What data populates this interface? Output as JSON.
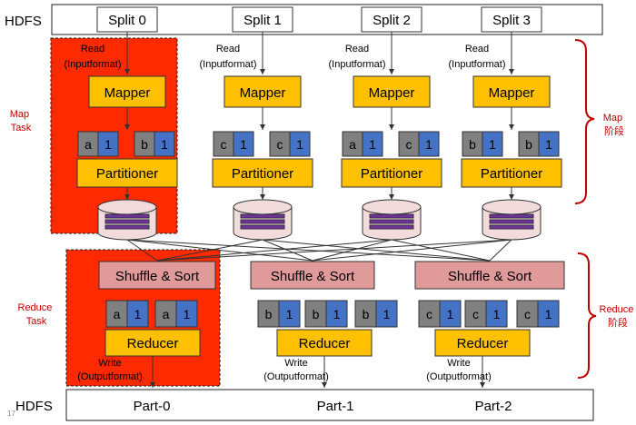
{
  "colors": {
    "task_fill": "#FF2A00",
    "mapper_fill": "#FFC000",
    "shuffle_fill": "#E09A9A",
    "key_fill": "#808080",
    "value_fill": "#4472C4",
    "stack_fill": "#7030A0",
    "disk_fill": "#F2DCDB",
    "brace_color": "#C00000",
    "label_red": "#C00000"
  },
  "labels": {
    "hdfs_top": "HDFS",
    "hdfs_bottom": "HDFS",
    "map_task": "Map\nTask",
    "reduce_task": "Reduce\nTask",
    "map_stage": "Map\n阶段",
    "reduce_stage": "Reduce\n阶段",
    "page_number": "17"
  },
  "splits": [
    "Split 0",
    "Split 1",
    "Split 2",
    "Split 3"
  ],
  "read_label": "Read\n(Inputformat)",
  "mapper_label": "Mapper",
  "partitioner_label": "Partitioner",
  "map_pairs": [
    [
      [
        "a",
        "1"
      ],
      [
        "b",
        "1"
      ]
    ],
    [
      [
        "c",
        "1"
      ],
      [
        "c",
        "1"
      ]
    ],
    [
      [
        "a",
        "1"
      ],
      [
        "c",
        "1"
      ]
    ],
    [
      [
        "b",
        "1"
      ],
      [
        "b",
        "1"
      ]
    ]
  ],
  "shuffle_label": "Shuffle & Sort",
  "reducer_label": "Reducer",
  "write_label": "Write\n(Outputformat)",
  "reduce_pairs": [
    [
      [
        "a",
        "1"
      ],
      [
        "a",
        "1"
      ]
    ],
    [
      [
        "b",
        "1"
      ],
      [
        "b",
        "1"
      ],
      [
        "b",
        "1"
      ]
    ],
    [
      [
        "c",
        "1"
      ],
      [
        "c",
        "1"
      ],
      [
        "c",
        "1"
      ]
    ]
  ],
  "parts": [
    "Part-0",
    "Part-1",
    "Part-2"
  ]
}
